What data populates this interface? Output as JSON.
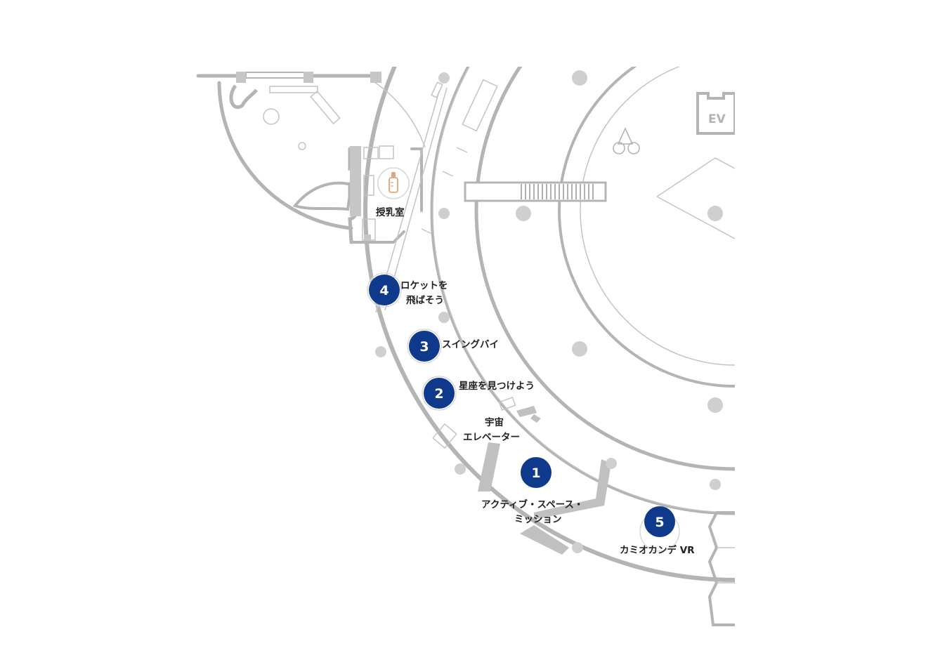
{
  "map": {
    "elevator": "EV",
    "nursing_room": "授乳室",
    "space_elevator": [
      "宇宙",
      "エレベーター"
    ],
    "spots": [
      {
        "number": "1",
        "label_lines": [
          "アクティブ・スペース・",
          "ミッション"
        ]
      },
      {
        "number": "2",
        "label_lines": [
          "星座を見つけよう"
        ]
      },
      {
        "number": "3",
        "label_lines": [
          "スイングバイ"
        ]
      },
      {
        "number": "4",
        "label_lines": [
          "ロケットを",
          "飛ばそう"
        ]
      },
      {
        "number": "5",
        "label_lines": [
          "カミオカンデ VR"
        ]
      }
    ],
    "colors": {
      "marker": "#0f3a8b",
      "wall": "#b4b4b4",
      "pillar": "#cfcfcf",
      "label": "#222222",
      "nursing_icon": "#e0a47c"
    },
    "icons": [
      "baby-bottle-icon",
      "elevator-sign"
    ]
  }
}
